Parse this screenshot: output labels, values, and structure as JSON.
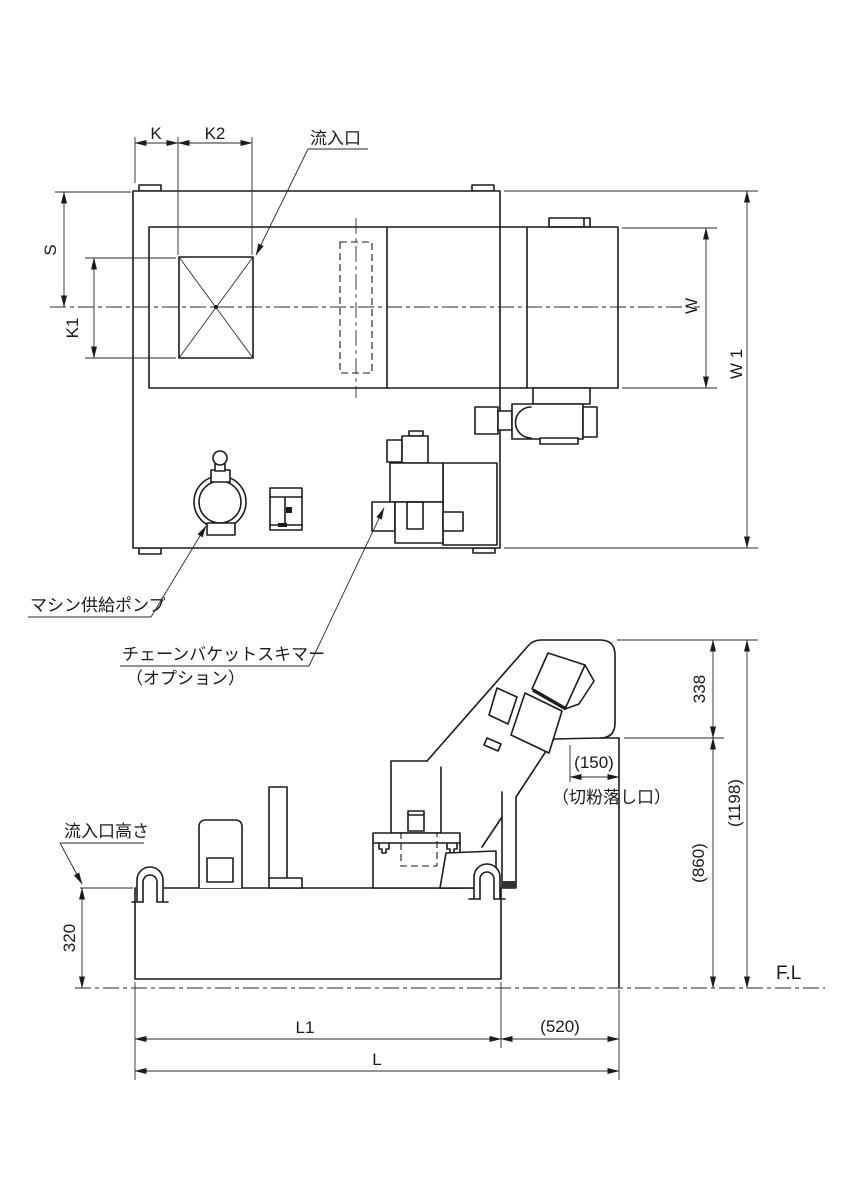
{
  "drawing": {
    "top_view": {
      "dims": {
        "k": "K",
        "k2": "K2",
        "s": "S",
        "k1": "K1",
        "w": "W",
        "w1": "W 1"
      },
      "callouts": {
        "inlet": "流入口",
        "machine_supply_pump": "マシン供給ポンプ",
        "chain_bucket_skimmer": "チェーンバケットスキマー",
        "skimmer_option": "（オプション）"
      }
    },
    "side_view": {
      "dims": {
        "head_height": "338",
        "chip_opening_width": "(150)",
        "total_height": "(1198)",
        "discharge_height": "(860)",
        "inlet_height_value": "320",
        "l1": "L1",
        "overhang": "(520)",
        "l": "L"
      },
      "callouts": {
        "inlet_height": "流入口高さ",
        "chip_drop_opening": "（切粉落し口）",
        "floor_level": "F.L"
      }
    }
  }
}
